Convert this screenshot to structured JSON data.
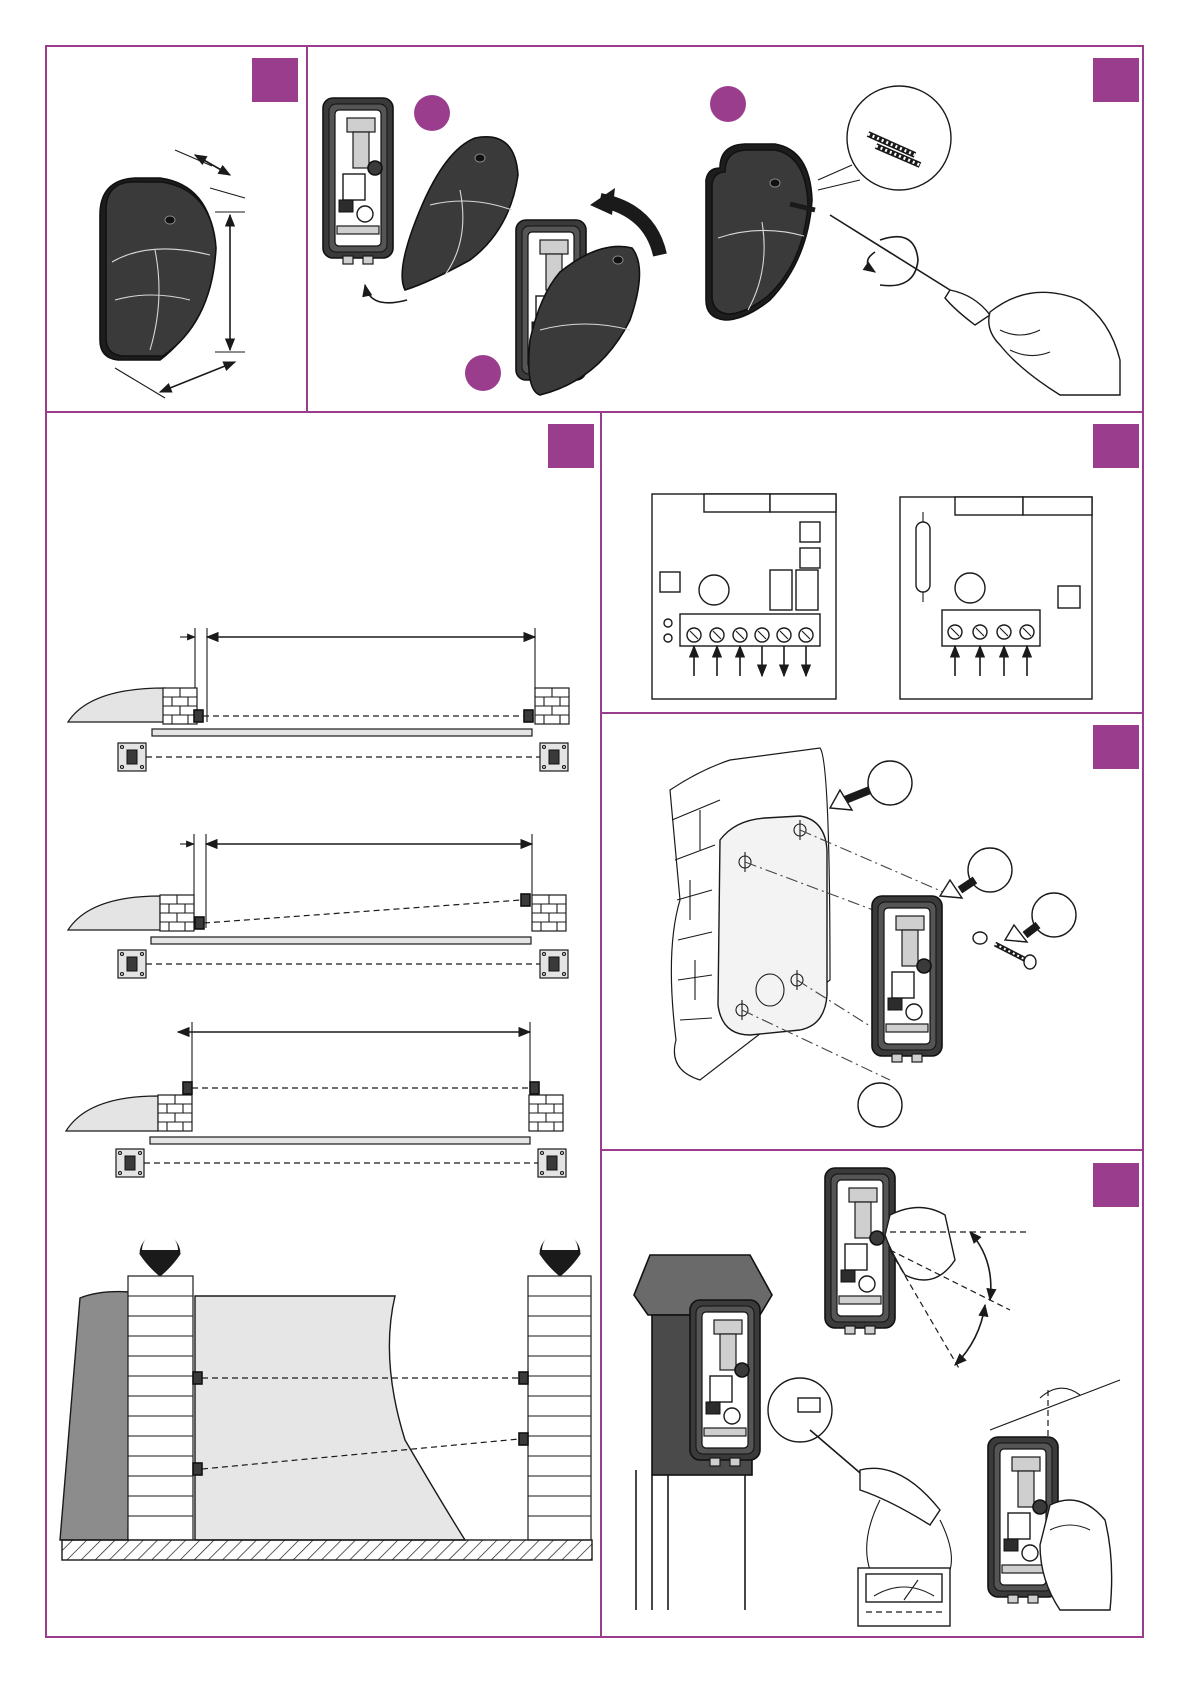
{
  "colors": {
    "accent": "#993d8c",
    "ink": "#1a1a1a",
    "device": "#3a3a3a"
  },
  "page": {
    "visible_text": ""
  },
  "panels": [
    {
      "id": "device-dimensions",
      "badge_icon": "square-badge"
    },
    {
      "id": "cover-removal",
      "badge_icon": "square-badge",
      "step_markers": 3
    },
    {
      "id": "installation-distances",
      "badge_icon": "square-badge"
    },
    {
      "id": "terminal-boards",
      "badge_icon": "square-badge",
      "boards": [
        {
          "terminals": 6
        },
        {
          "terminals": 4
        }
      ]
    },
    {
      "id": "wall-mounting",
      "badge_icon": "square-badge",
      "callouts": 4
    },
    {
      "id": "alignment",
      "badge_icon": "square-badge"
    }
  ]
}
